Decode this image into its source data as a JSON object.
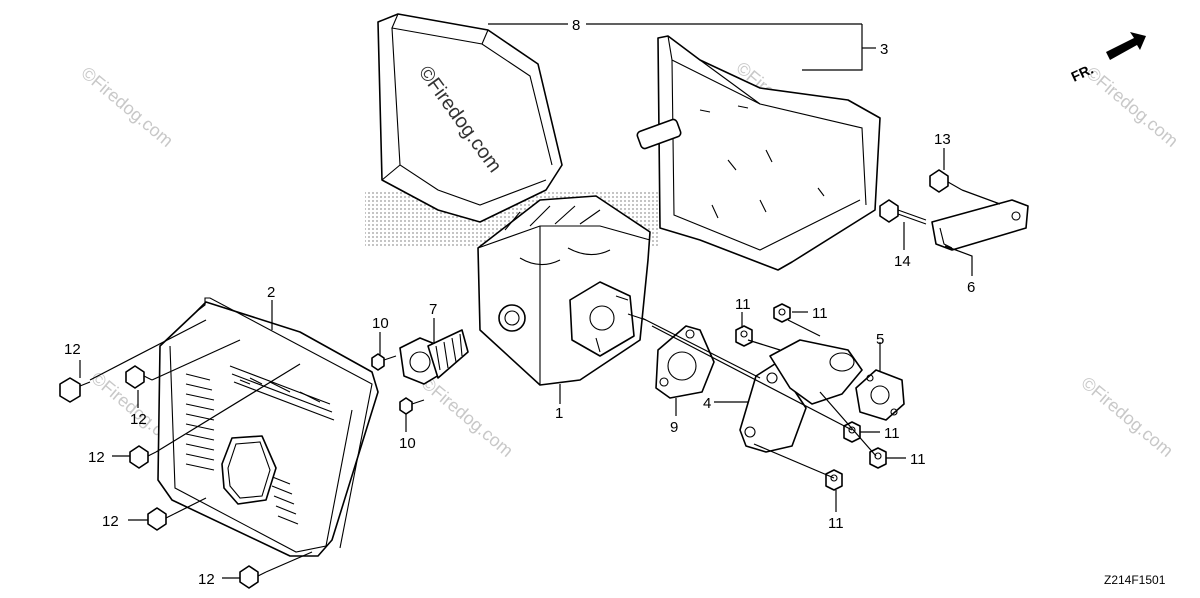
{
  "diagram": {
    "callouts": {
      "c1": "1",
      "c2": "2",
      "c3": "3",
      "c4": "4",
      "c5": "5",
      "c6": "6",
      "c7": "7",
      "c8": "8",
      "c9": "9",
      "c10a": "10",
      "c10b": "10",
      "c11a": "11",
      "c11b": "11",
      "c11c": "11",
      "c11d": "11",
      "c11e": "11",
      "c12a": "12",
      "c12b": "12",
      "c12c": "12",
      "c12d": "12",
      "c12e": "12",
      "c13": "13",
      "c14": "14"
    },
    "direction_label": "FR.",
    "drawing_code": "Z214F1501",
    "watermark_main": "©Firedog.com",
    "watermark_small": "©Firedog.com"
  }
}
